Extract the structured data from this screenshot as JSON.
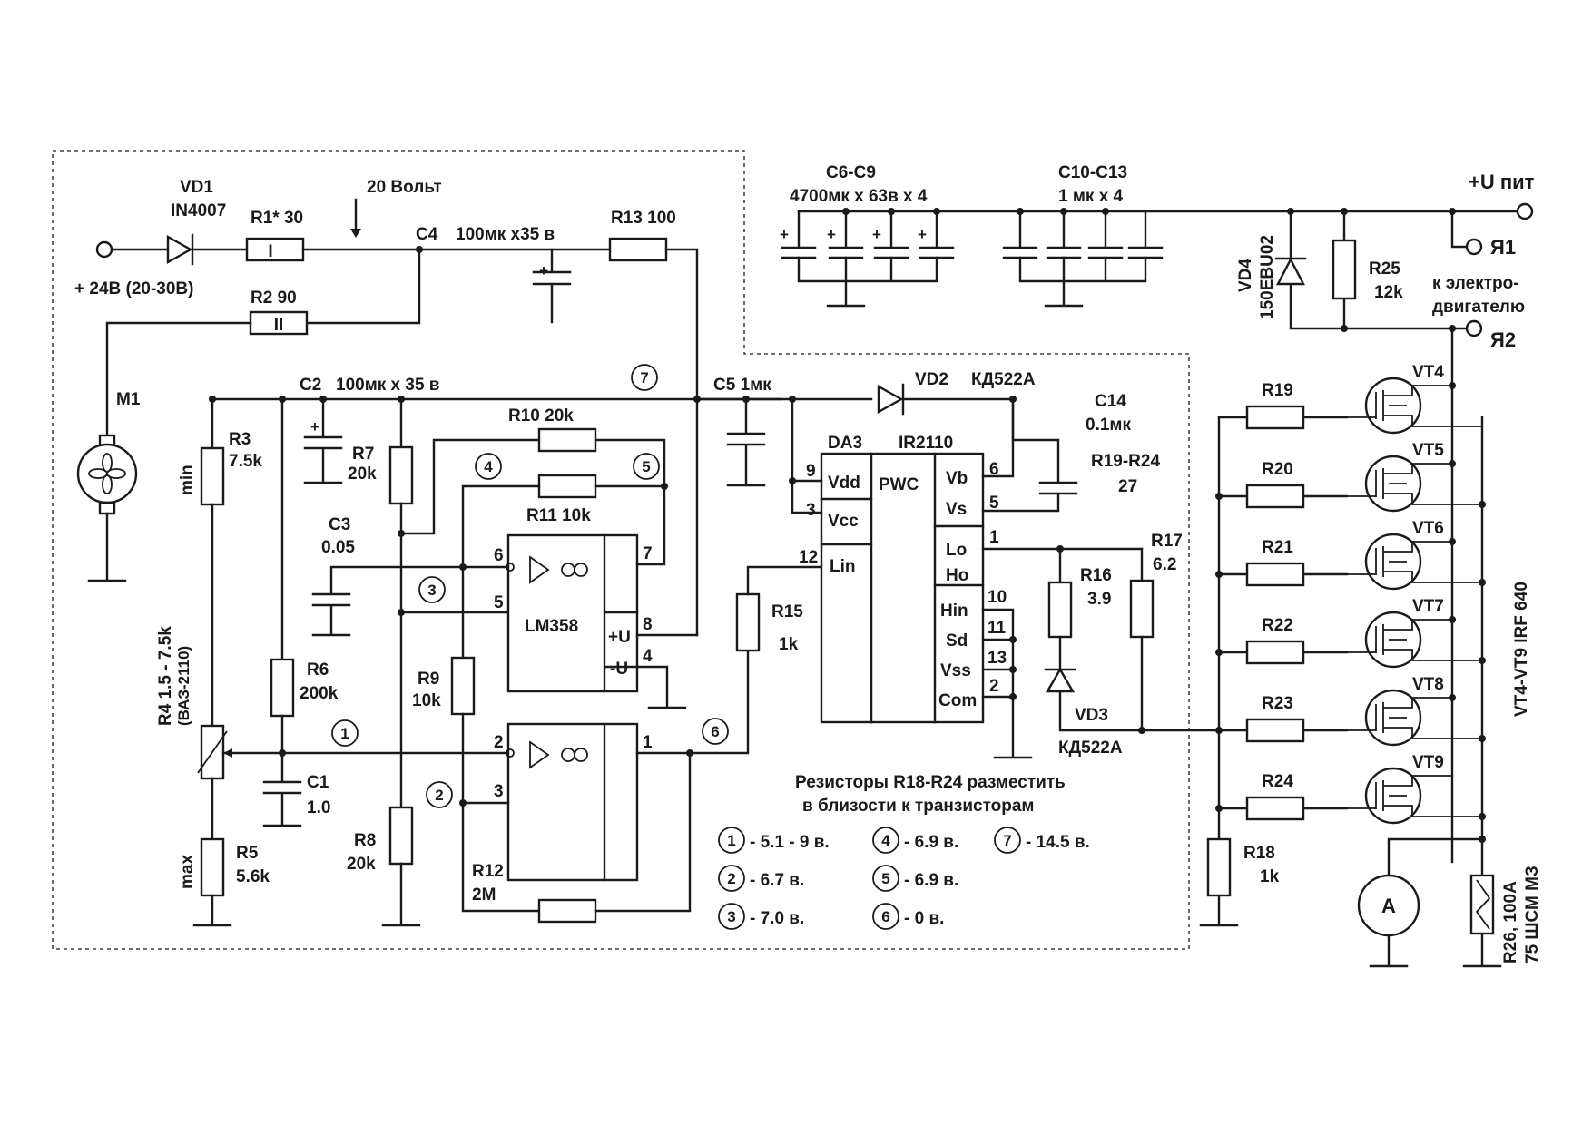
{
  "labels": {
    "vd1": "VD1",
    "vd1_type": "IN4007",
    "r1": "R1* 30",
    "volt20": "20 Вольт",
    "c4": "C4",
    "c4_val": "100мк х35 в",
    "r13": "R13 100",
    "in24": "+ 24В (20-30В)",
    "r2": "R2 90",
    "r1_sym": "I",
    "r2_sym": "II",
    "m1": "M1",
    "c2": "C2",
    "c2_val": "100мк х 35 в",
    "r3": "R3",
    "r3_val": "7.5k",
    "min": "min",
    "r7": "R7",
    "r7_val": "20k",
    "r10": "R10 20k",
    "r11": "R11 10k",
    "c3": "C3",
    "c3_val": "0.05",
    "lm358": "LM358",
    "pu": "+U",
    "mu": "-U",
    "r4": "R4 1.5 - 7.5k",
    "r4_sub": "(ВАЗ-2110)",
    "r6": "R6",
    "r6_val": "200k",
    "r9": "R9",
    "r9_val": "10k",
    "c1": "C1",
    "c1_val": "1.0",
    "r8": "R8",
    "r8_val": "20k",
    "r5": "R5",
    "r5_val": "5.6k",
    "max": "max",
    "r12": "R12",
    "r12_val": "2M",
    "c5": "C5 1мк",
    "vd2": "VD2",
    "vd2_type": "КД522А",
    "c14": "C14",
    "c14_val": "0.1мк",
    "da3": "DA3",
    "ir2110": "IR2110",
    "pwc": "PWC",
    "vdd": "Vdd",
    "vcc": "Vcc",
    "lin": "Lin",
    "vb": "Vb",
    "vs": "Vs",
    "lo": "Lo",
    "ho": "Ho",
    "hin": "Hin",
    "sd": "Sd",
    "vss": "Vss",
    "com": "Com",
    "r19_r24": "R19-R24",
    "r19_r24_val": "27",
    "r17": "R17",
    "r17_val": "6.2",
    "r16": "R16",
    "r16_val": "3.9",
    "vd3": "VD3",
    "vd3_type": "КД522А",
    "r15": "R15",
    "r15_val": "1k",
    "c6_c9": "C6-C9",
    "c6_c9_val": "4700мк х 63в х 4",
    "c10_c13": "C10-C13",
    "c10_c13_val": "1 мк х 4",
    "vd4": "VD4",
    "vd4_type": "150EBU02",
    "r25": "R25",
    "r25_val": "12k",
    "u_pit": "+U пит",
    "ya1": "Я1",
    "ya2": "Я2",
    "motor_a": "к электро-",
    "motor_b": "двигателю",
    "r19": "R19",
    "r20": "R20",
    "r21": "R21",
    "r22": "R22",
    "r23": "R23",
    "r24": "R24",
    "vt4": "VT4",
    "vt5": "VT5",
    "vt6": "VT6",
    "vt7": "VT7",
    "vt8": "VT8",
    "vt9": "VT9",
    "vt_type": "VT4-VT9  IRF 640",
    "r18": "R18",
    "r18_val": "1k",
    "ammeter": "A",
    "r26": "R26, 100A",
    "r26_sub": "75 ШСМ МЗ",
    "note_a": "Резисторы R18-R24 разместить",
    "note_b": "в близости к транзисторам"
  },
  "pins": {
    "p9": "9",
    "p3": "3",
    "p12": "12",
    "p6a": "6",
    "p5a": "5",
    "p1a": "1",
    "p10": "10",
    "p11": "11",
    "p13": "13",
    "p2a": "2",
    "p6b": "6",
    "p5b": "5",
    "p7": "7",
    "p8": "8",
    "p4": "4",
    "p2b": "2",
    "p3b": "3",
    "p1b": "1"
  },
  "markers": {
    "m1": "1",
    "m2": "2",
    "m3": "3",
    "m4": "4",
    "m5": "5",
    "m6": "6",
    "m7": "7"
  },
  "legend": [
    {
      "num": "1",
      "text": "- 5.1 - 9 в."
    },
    {
      "num": "2",
      "text": "- 6.7 в."
    },
    {
      "num": "3",
      "text": "- 7.0 в."
    },
    {
      "num": "4",
      "text": "- 6.9 в."
    },
    {
      "num": "5",
      "text": "- 6.9 в."
    },
    {
      "num": "6",
      "text": "- 0 в."
    },
    {
      "num": "7",
      "text": "- 14.5 в."
    }
  ]
}
